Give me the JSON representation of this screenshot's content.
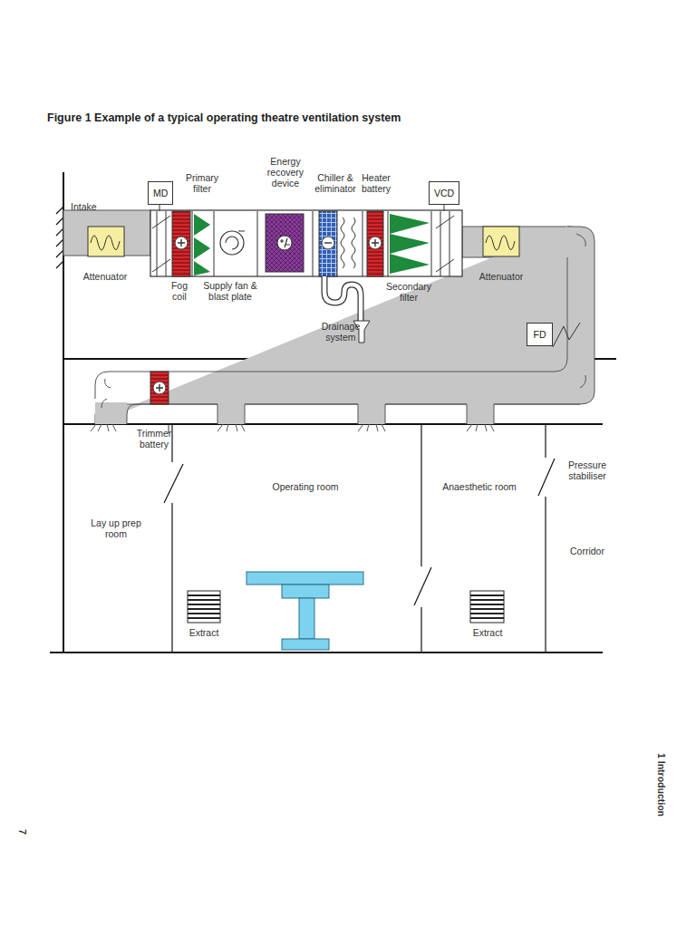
{
  "diagram": {
    "title": "Figure 1 Example of a typical operating theatre ventilation system",
    "nodes": [
      {
        "text": [
          "MD"
        ]
      },
      {
        "text": [
          "VCD"
        ]
      },
      {
        "text": [
          "FD"
        ]
      }
    ],
    "labels": [
      "Intake",
      "Attenuator",
      "Primary filter",
      "Energy recovery device",
      "Chiller & eliminator",
      "Heater battery",
      "Fog coil",
      "Supply fan & blast plate",
      "Drainage system",
      "Secondary filter",
      "Attenuator",
      "Trimmer battery",
      "Lay up prep room",
      "Operating room",
      "Anaesthetic room",
      "Pressure stabiliser",
      "Corridor",
      "Extract",
      "Extract",
      "1 Introduction",
      "7"
    ]
  }
}
